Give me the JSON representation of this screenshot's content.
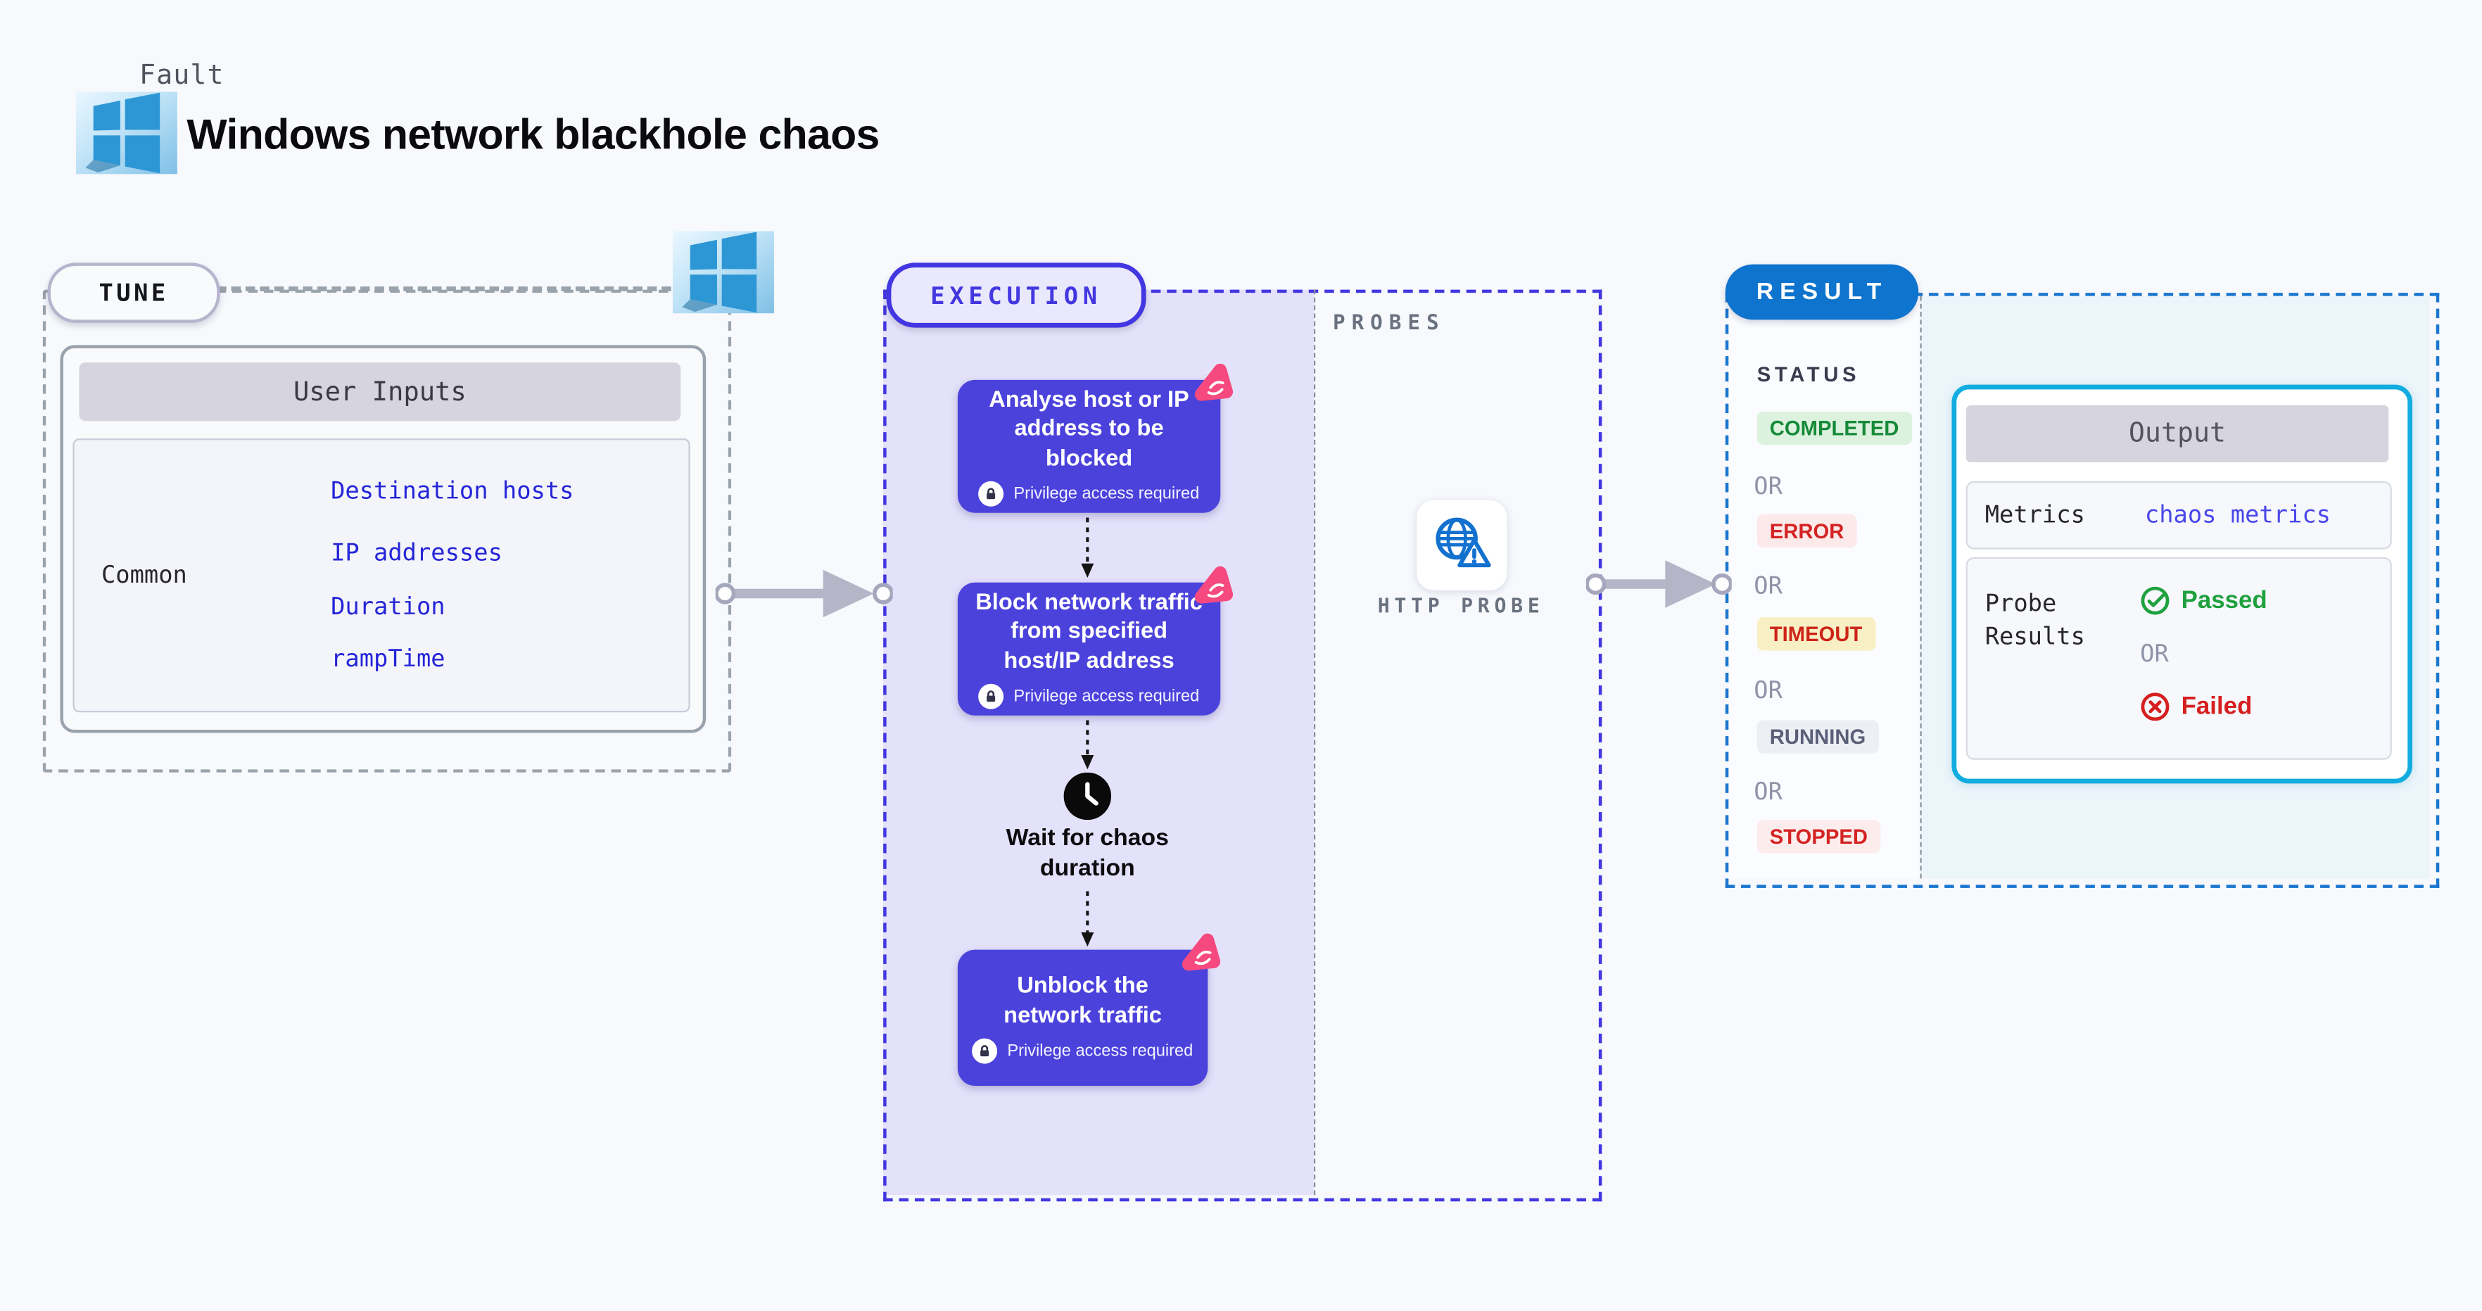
{
  "page": {
    "background": "#f7f9fd"
  },
  "header": {
    "kicker": "Fault",
    "title": "Windows network blackhole chaos",
    "platform_icon": "windows-logo"
  },
  "tune": {
    "pill": "TUNE",
    "user_inputs": {
      "header": "User Inputs",
      "category": "Common",
      "links": [
        "Destination hosts",
        "IP addresses",
        "Duration",
        "rampTime"
      ]
    }
  },
  "execution": {
    "pill": "EXECUTION",
    "privilege_note": "Privilege access required",
    "steps": [
      {
        "title": "Analyse host or IP address to be blocked"
      },
      {
        "title": "Block network traffic from specified host/IP address"
      },
      {
        "title": "Wait for chaos duration"
      },
      {
        "title": "Unblock the network traffic"
      }
    ]
  },
  "probes": {
    "heading": "PROBES",
    "probe_label": "HTTP PROBE",
    "probe_icon": "globe-alert-icon"
  },
  "result": {
    "pill": "RESULT",
    "status_heading": "STATUS",
    "or_label": "OR",
    "statuses": [
      {
        "label": "COMPLETED",
        "kind": "completed"
      },
      {
        "label": "ERROR",
        "kind": "error"
      },
      {
        "label": "TIMEOUT",
        "kind": "timeout"
      },
      {
        "label": "RUNNING",
        "kind": "running"
      },
      {
        "label": "STOPPED",
        "kind": "stopped"
      }
    ],
    "output": {
      "header": "Output",
      "metrics_label": "Metrics",
      "metrics_link": "chaos metrics",
      "probe_results_label": "Probe Results",
      "passed_label": "Passed",
      "failed_label": "Failed"
    }
  },
  "colors": {
    "accent_indigo": "#4237e0",
    "node_indigo": "#4b42dc",
    "accent_blue": "#0e74cd",
    "accent_cyan": "#12ace0",
    "badge_pink": "#f5497f",
    "success_green": "#1fa13e",
    "error_red": "#d42222",
    "timeout_bg": "#f9efc4",
    "link_blue": "#2525d8"
  }
}
